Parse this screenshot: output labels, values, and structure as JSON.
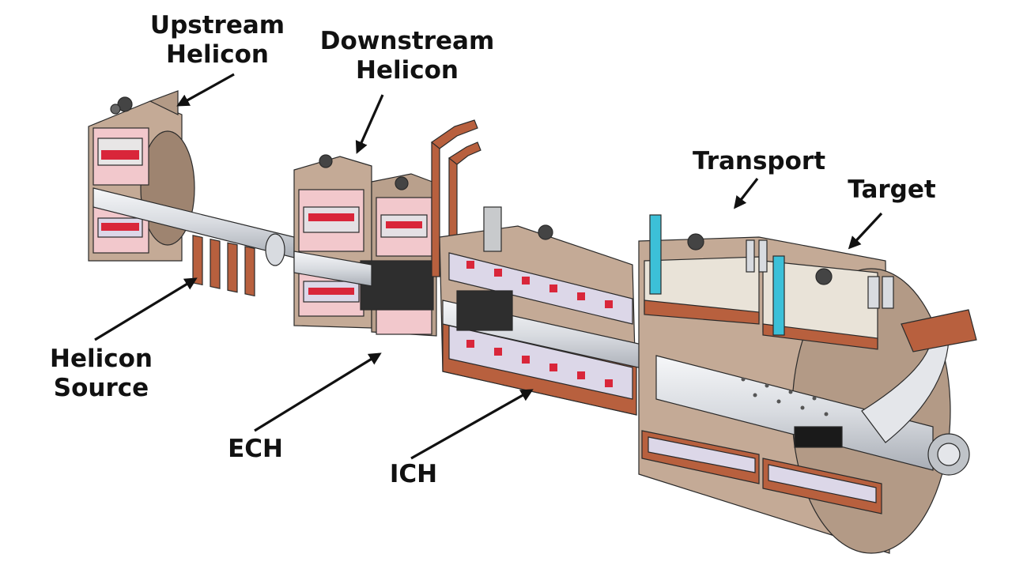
{
  "labels": {
    "upstream_helicon": "Upstream\nHelicon",
    "downstream_helicon": "Downstream\nHelicon",
    "transport": "Transport",
    "target": "Target",
    "helicon_source": "Helicon\nSource",
    "ech": "ECH",
    "ich": "ICH"
  },
  "colors": {
    "housing": "#c4aa96",
    "housing_shade": "#9e8470",
    "copper": "#b8603e",
    "coil_pink": "#f2c8cc",
    "coil_red": "#d9263a",
    "tube": "#e4e6ea",
    "outline": "#2a2a2a",
    "cyan_rod": "#3cc0d8"
  }
}
